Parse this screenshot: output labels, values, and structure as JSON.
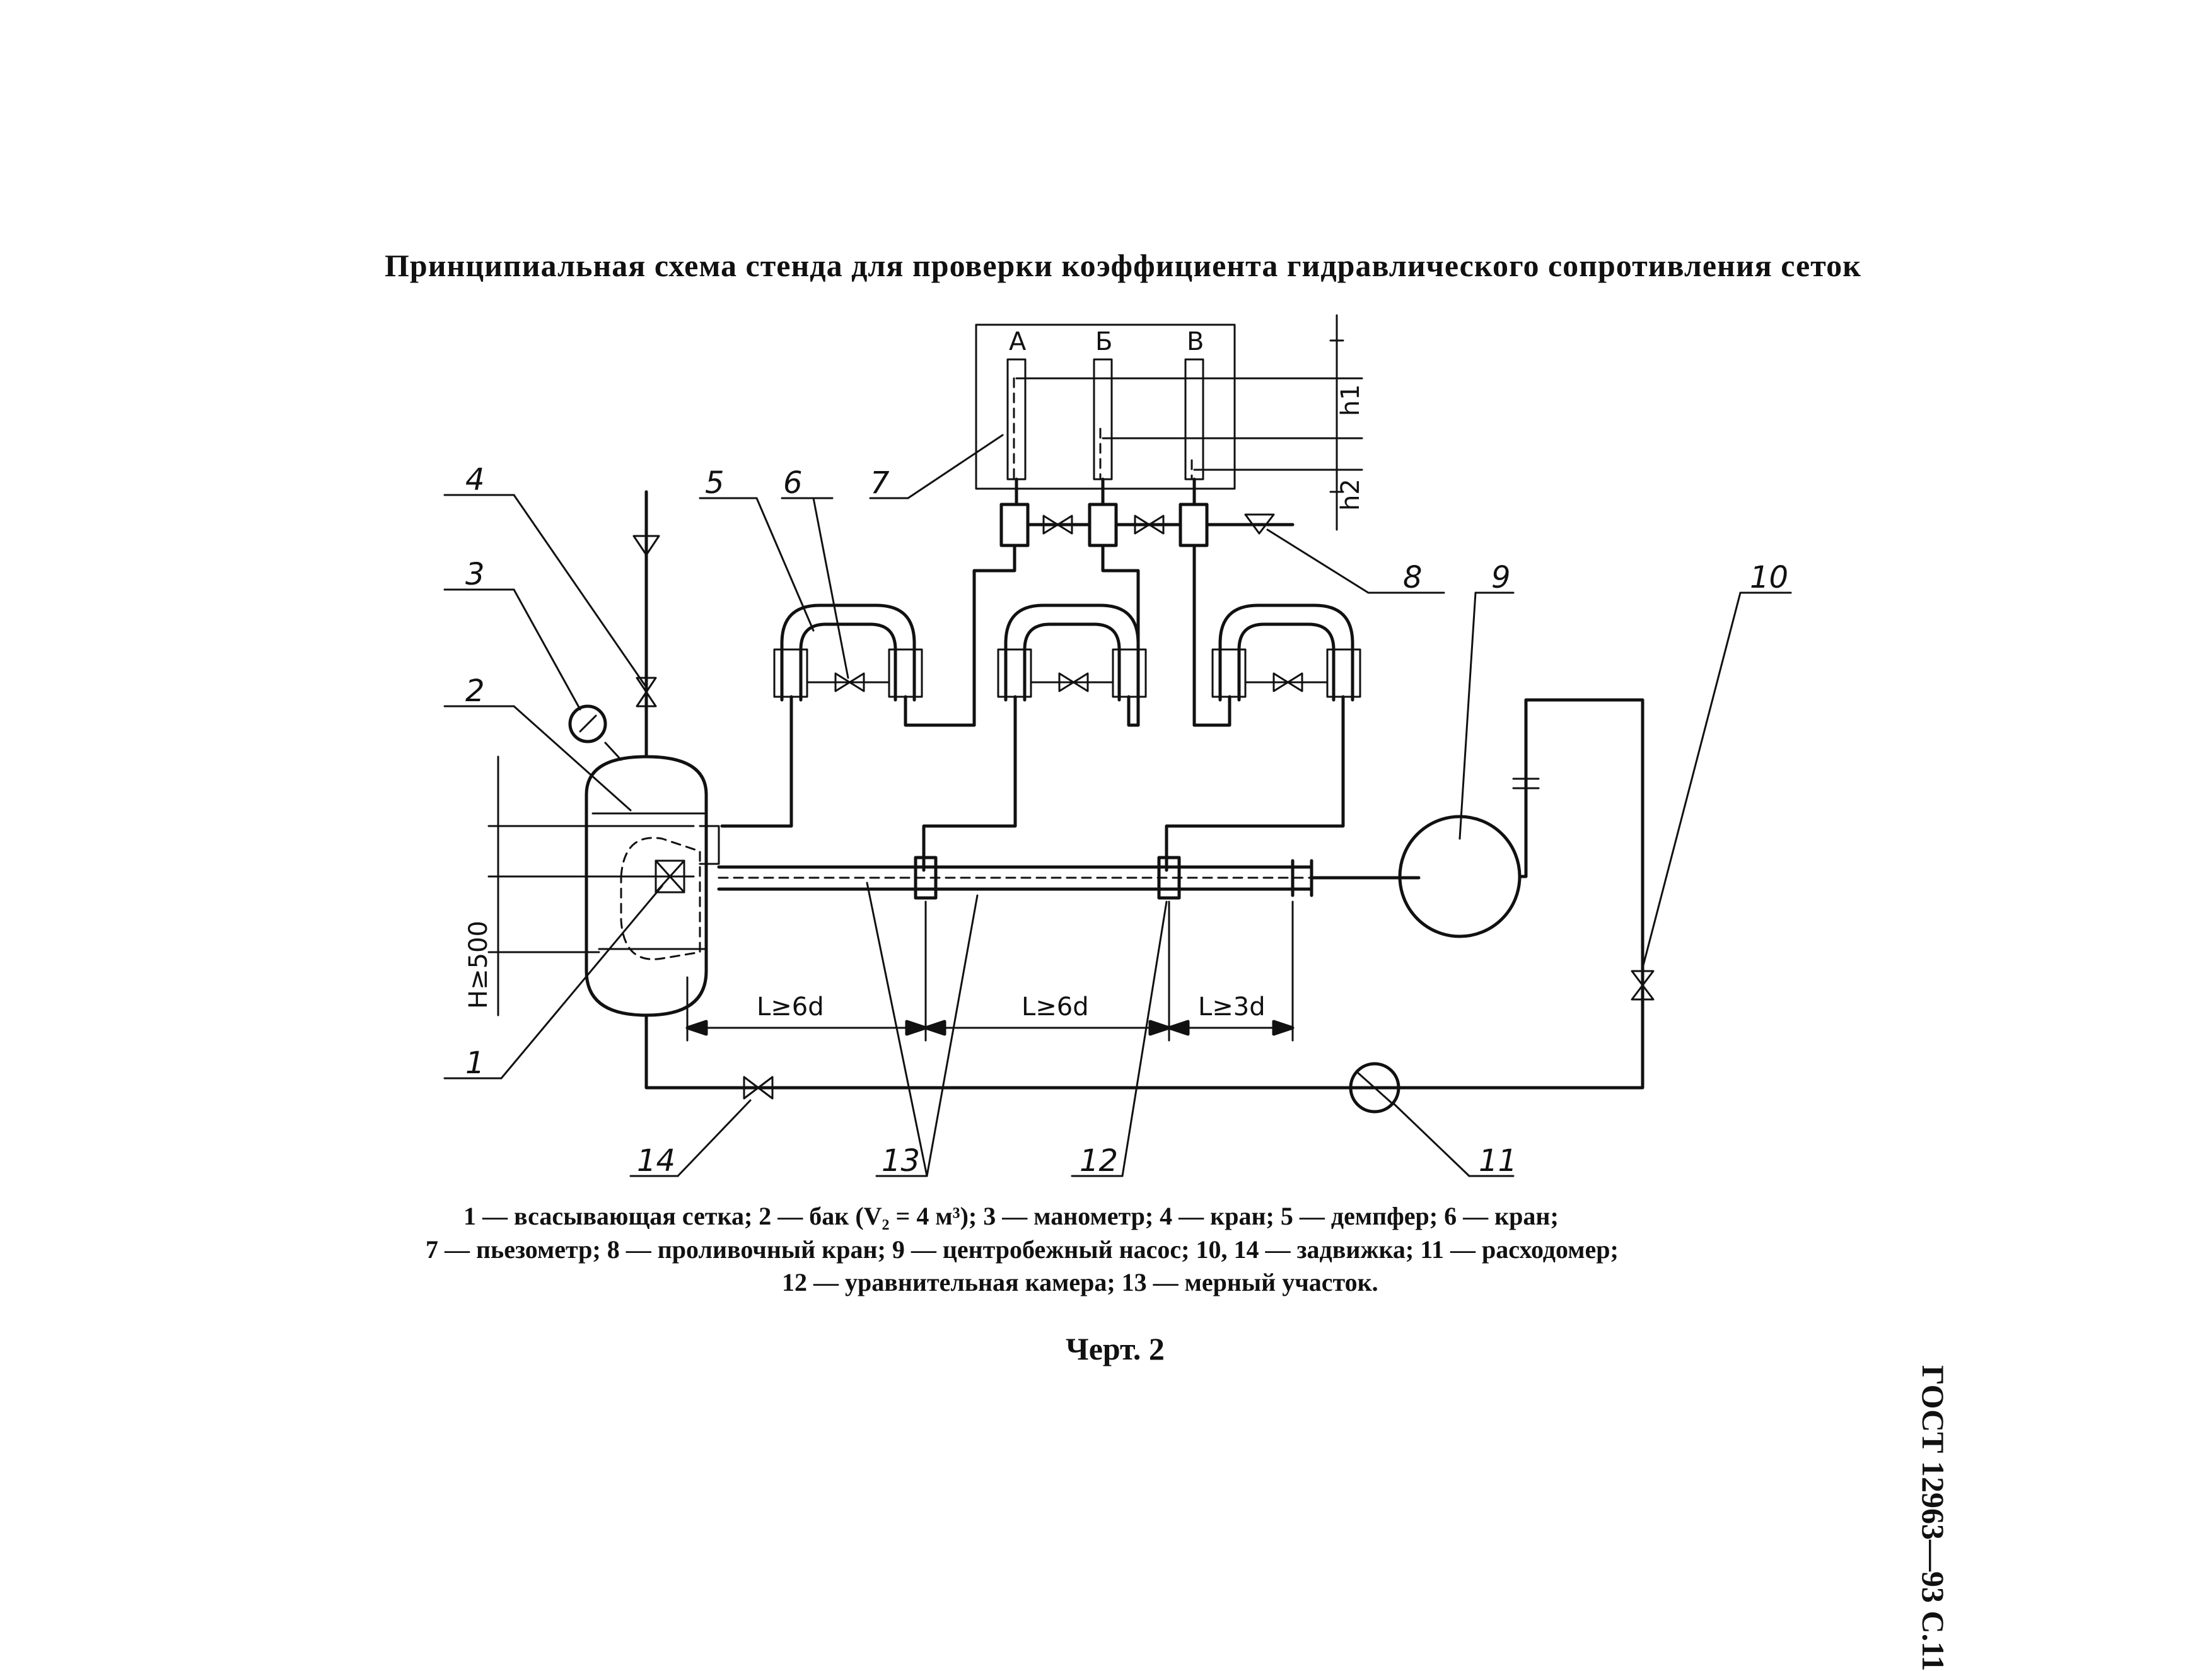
{
  "title": "Принципиальная схема стенда для проверки коэффициента гидравлического сопротивления сеток",
  "piezometer_labels": [
    "А",
    "Б",
    "В"
  ],
  "dimension_labels": {
    "h1": "h1",
    "h2": "h2",
    "height": "Н≥500",
    "l1": "L≥6d",
    "l2": "L≥6d",
    "l3": "L≥3d"
  },
  "callouts": [
    "1",
    "2",
    "3",
    "4",
    "5",
    "6",
    "7",
    "8",
    "9",
    "10",
    "11",
    "12",
    "13",
    "14"
  ],
  "legend": {
    "line1": "1 — всасывающая сетка; 2 — бак (V₂ = 4 м³);  3 — манометр; 4 — кран; 5 — демпфер; 6 — кран;",
    "line2": "7 — пьезометр; 8 — проливочный кран; 9 — центробежный насос; 10, 14 — задвижка; 11 — расходомер;",
    "line3": "12 — уравнительная камера; 13 — мерный участок."
  },
  "chart_caption": "Черт. 2",
  "side_header": "ГОСТ 12963—93 С.11"
}
